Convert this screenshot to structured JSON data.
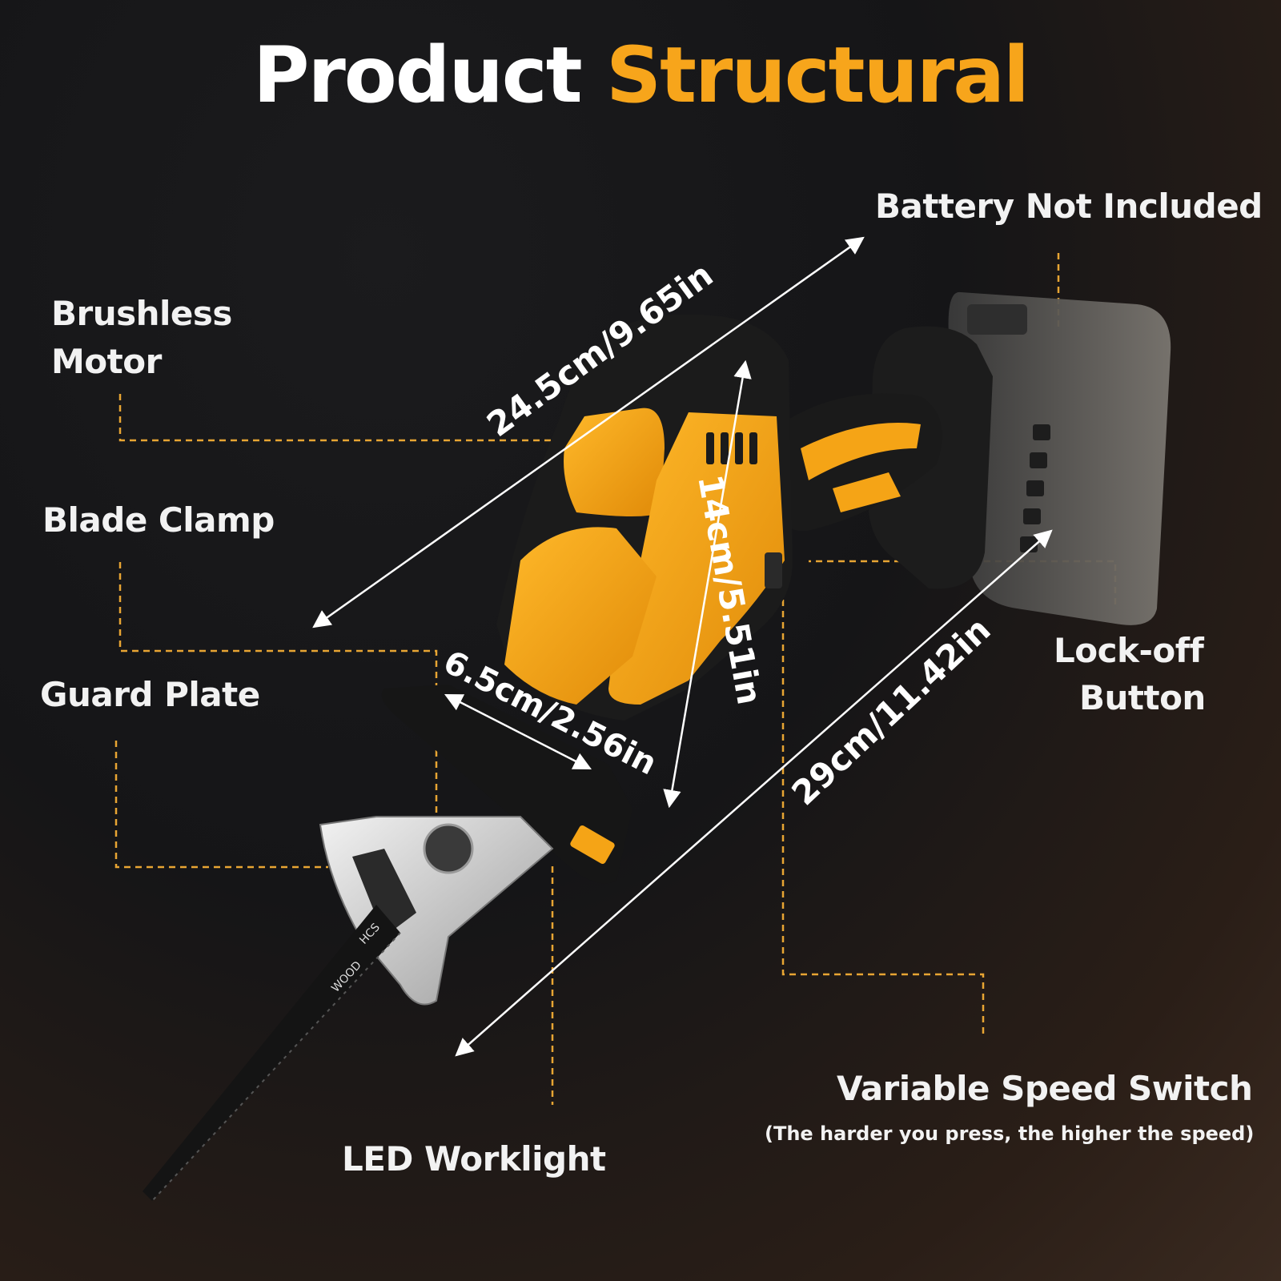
{
  "title": {
    "main": "Product",
    "accent": "Structural"
  },
  "labels": {
    "battery": "Battery Not Included",
    "brushless_line1": "Brushless",
    "brushless_line2": "Motor",
    "blade_clamp": "Blade Clamp",
    "guard_plate": "Guard Plate",
    "lock_off_line1": "Lock-off",
    "lock_off_line2": "Button",
    "variable_speed": "Variable Speed Switch",
    "variable_speed_note": "(The harder you press, the higher the speed)",
    "led_worklight": "LED Worklight"
  },
  "dimensions": {
    "length": "24.5cm/9.65in",
    "height": "14cm/5.51in",
    "width": "6.5cm/2.56in",
    "overall": "29cm/11.42in"
  },
  "blade_text": {
    "brand": "WOOD",
    "code": "HCS"
  },
  "colors": {
    "accent": "#f7a51b",
    "body_yellow": "#f5a416",
    "body_black": "#1b1b1b",
    "leader": "#e8a533"
  }
}
